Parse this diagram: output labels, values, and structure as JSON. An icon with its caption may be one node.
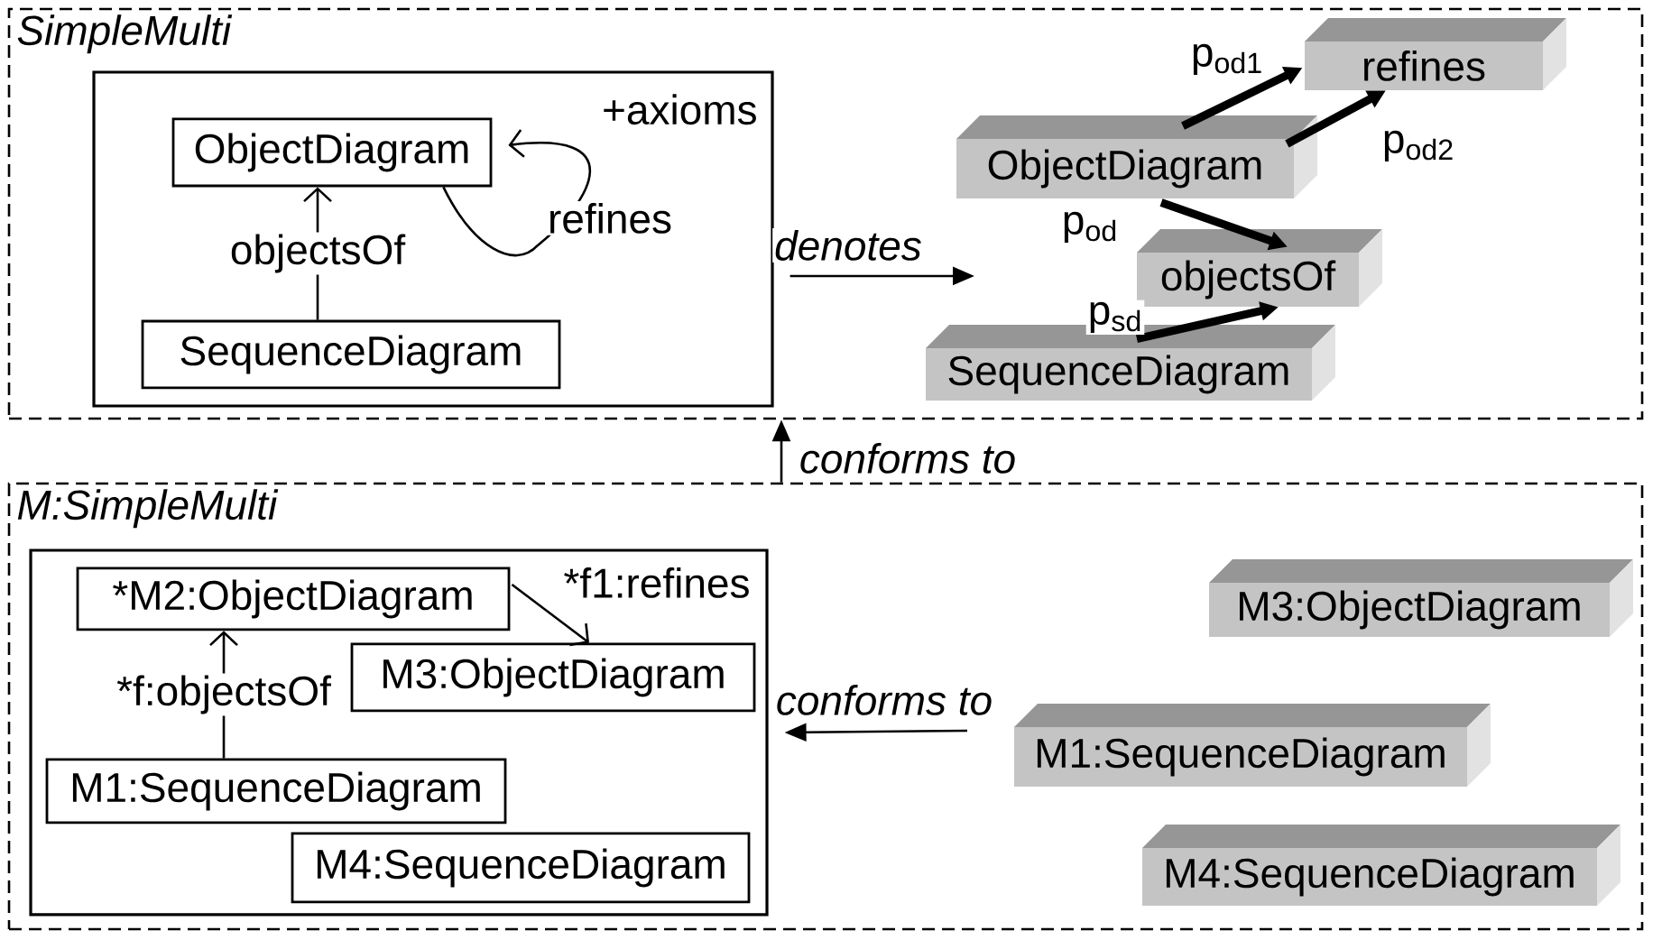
{
  "diagram": {
    "nodes": [
      {
        "text": [
          "SimpleMulti"
        ]
      },
      {
        "text": [
          "+axioms"
        ],
        "in": 0
      },
      {
        "text": [
          "ObjectDiagram"
        ],
        "in": 1
      },
      {
        "text": [
          "SequenceDiagram"
        ],
        "in": 1
      },
      {
        "text": [
          "refines"
        ],
        "in": 0
      },
      {
        "text": [
          "ObjectDiagram"
        ],
        "in": 0
      },
      {
        "text": [
          "objectsOf"
        ],
        "in": 0
      },
      {
        "text": [
          "SequenceDiagram"
        ],
        "in": 0
      },
      {
        "text": [
          "M:SimpleMulti"
        ]
      },
      {
        "text": [],
        "shape": "box",
        "in": 8
      },
      {
        "text": [
          "*M2:ObjectDiagram"
        ],
        "in": 9
      },
      {
        "text": [
          "M3:ObjectDiagram"
        ],
        "in": 9
      },
      {
        "text": [
          "M1:SequenceDiagram"
        ],
        "in": 9
      },
      {
        "text": [
          "M4:SequenceDiagram"
        ],
        "in": 9
      },
      {
        "text": [
          "M3:ObjectDiagram"
        ],
        "in": 8
      },
      {
        "text": [
          "M1:SequenceDiagram"
        ],
        "in": 8
      },
      {
        "text": [
          "M4:SequenceDiagram"
        ],
        "in": 8
      }
    ],
    "edges": [
      {
        "from": 2,
        "to": 2,
        "arrow": "to",
        "label": "refines"
      },
      {
        "from": 3,
        "to": 2,
        "arrow": "to",
        "label": "objectsOf"
      },
      {
        "from": 1,
        "to": null,
        "arrow": "to",
        "label": "denotes"
      },
      {
        "from": 5,
        "to": 4,
        "arrow": "to",
        "label": "p$_{od1}$",
        "style": "thick"
      },
      {
        "from": 5,
        "to": 4,
        "arrow": "to",
        "label": "p$_{od2}$",
        "style": "thick"
      },
      {
        "from": 5,
        "to": 6,
        "arrow": "to",
        "label": "p$_{od}$",
        "style": "thick"
      },
      {
        "from": 7,
        "to": 6,
        "arrow": "to",
        "label": "p$_{sd}$",
        "style": "thick"
      },
      {
        "from": 8,
        "to": 0,
        "arrow": "to",
        "label": "conforms to"
      },
      {
        "from": 10,
        "to": 11,
        "arrow": "to",
        "label": "*f1:refines"
      },
      {
        "from": 12,
        "to": 10,
        "arrow": "to",
        "label": "*f:objectsOf"
      },
      {
        "from": null,
        "to": 9,
        "arrow": "to",
        "label": "conforms to"
      }
    ]
  }
}
